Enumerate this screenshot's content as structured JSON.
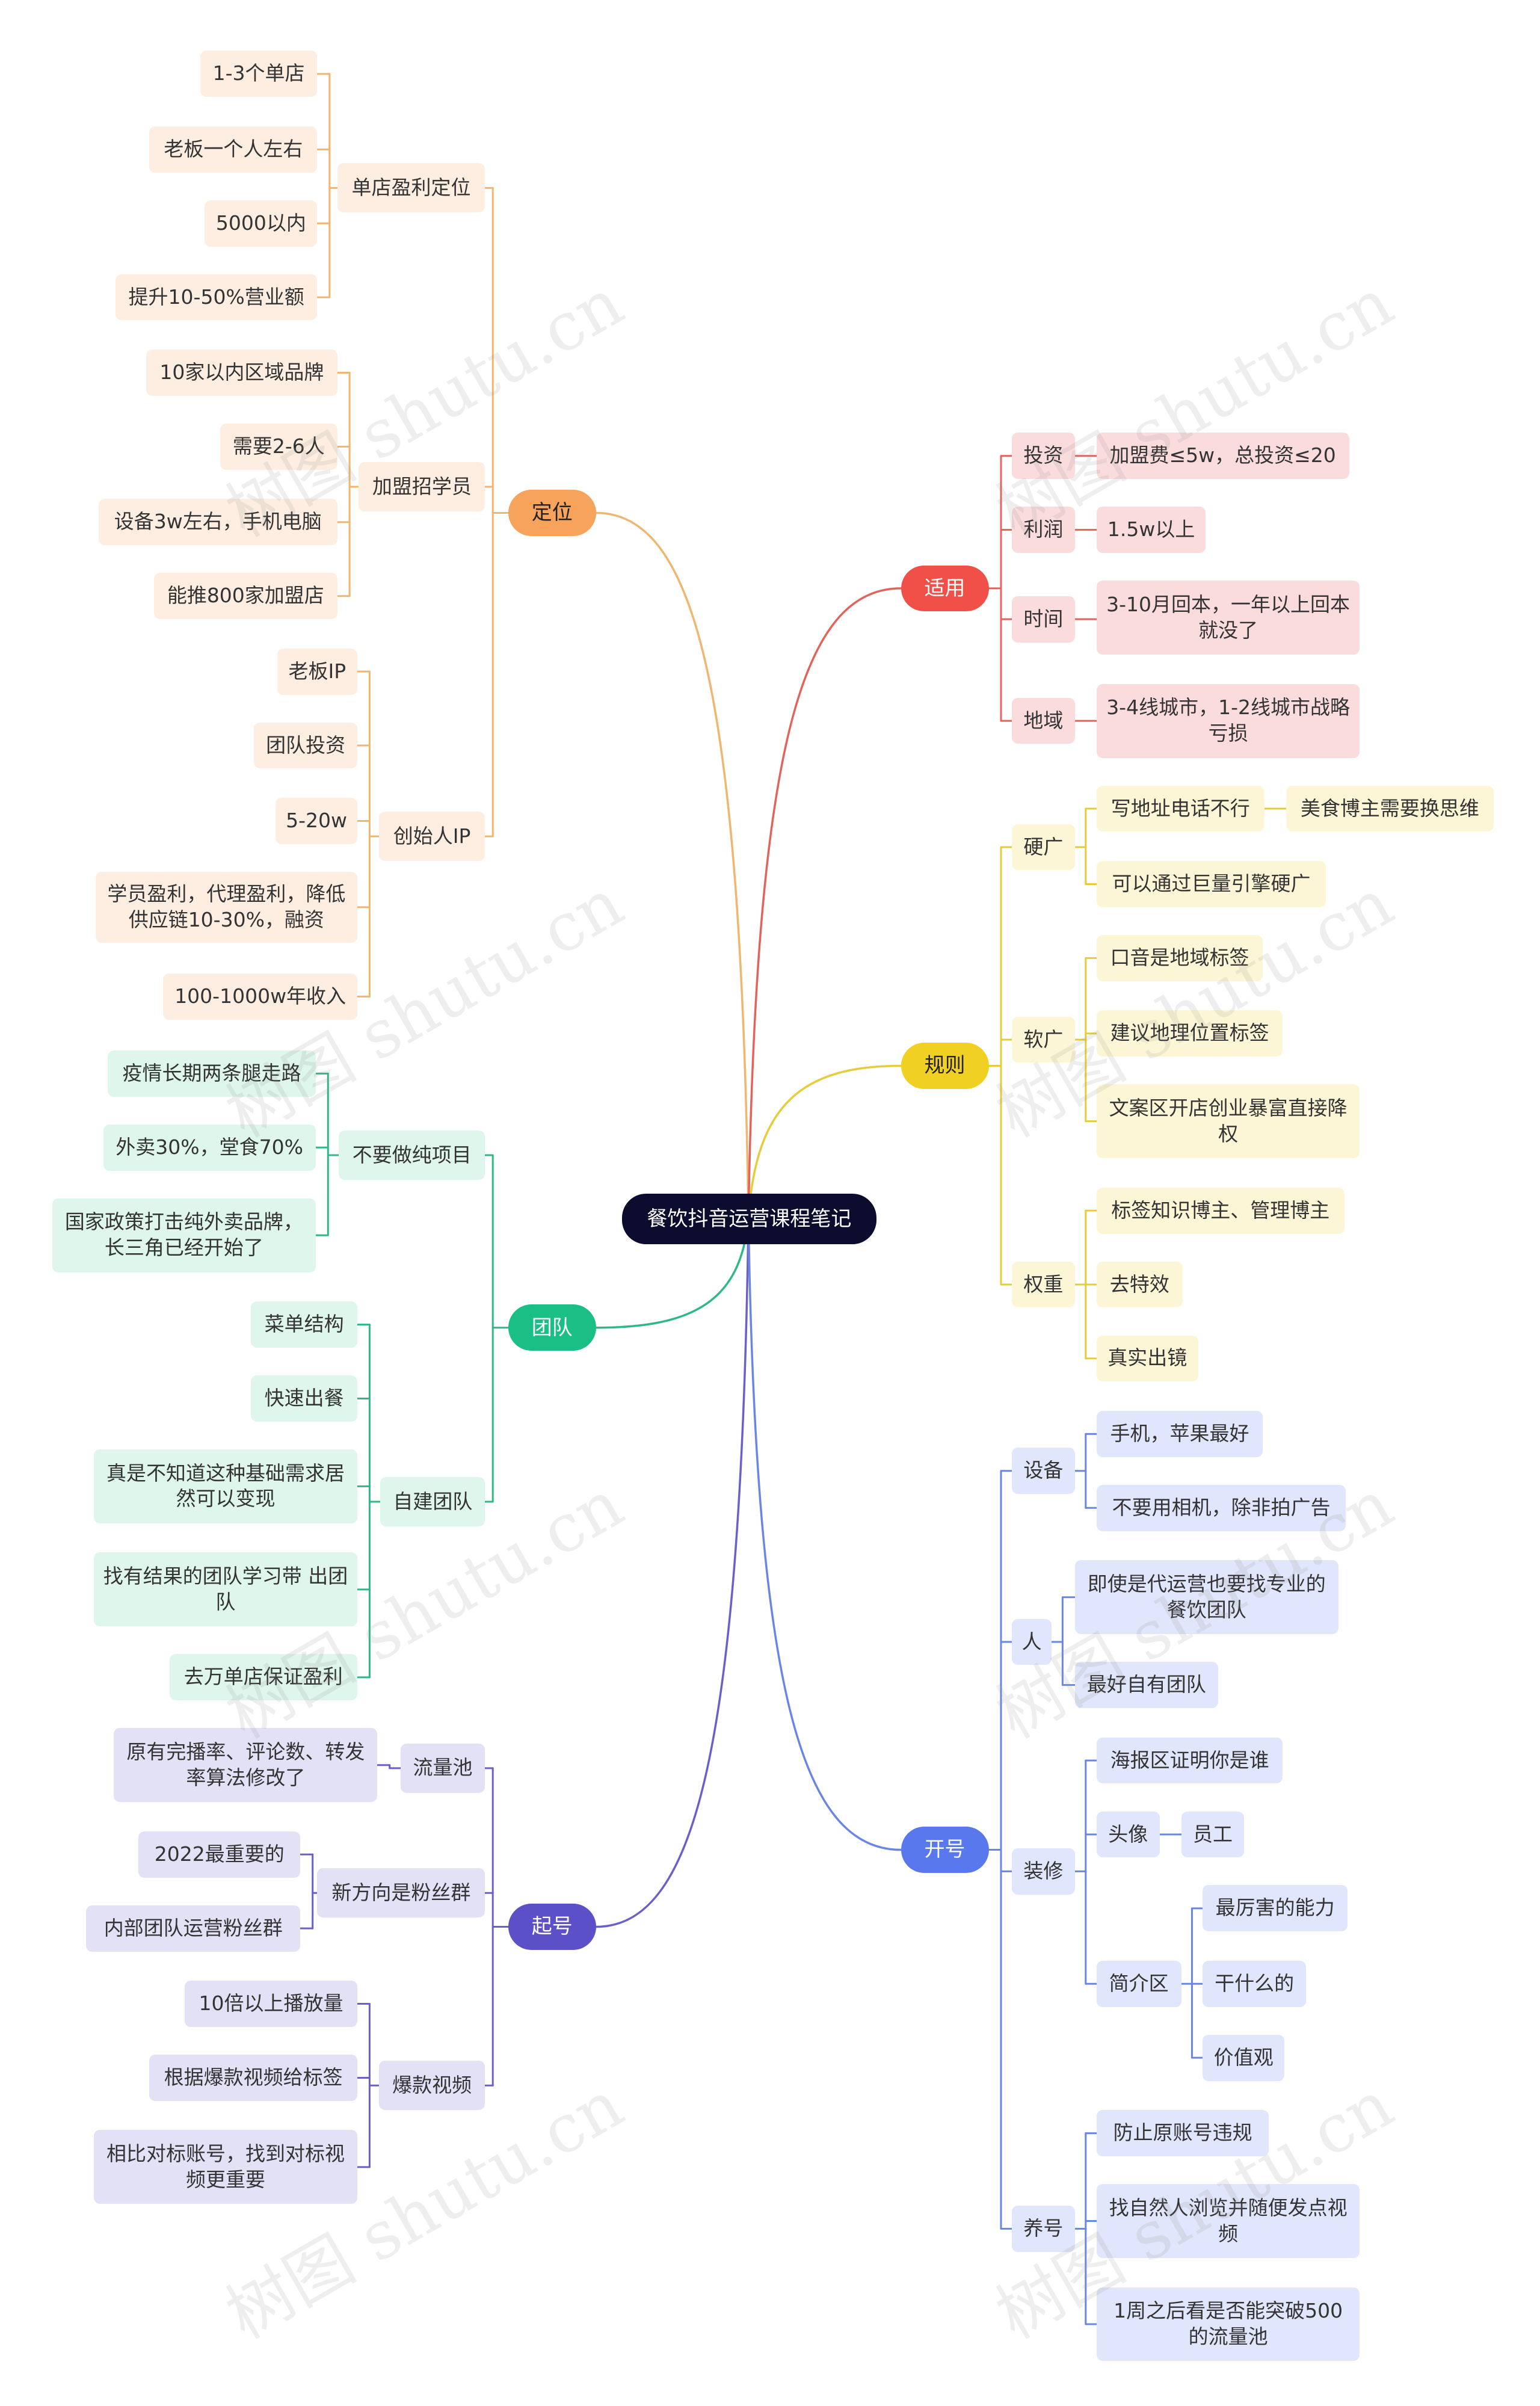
{
  "title": "餐饮抖音运营课程笔记",
  "watermark": "树图 shutu.cn",
  "colors": {
    "orange": {
      "accent": "#f4a35a",
      "line": "#f0b56e",
      "fill": "#fdeee1",
      "main": "#f7a35c"
    },
    "teal": {
      "accent": "#1bbf80",
      "line": "#2eb886",
      "fill": "#dff6ec",
      "main": "#19bf85"
    },
    "purple": {
      "accent": "#5b4fc4",
      "line": "#6a60c8",
      "fill": "#e3e1f5",
      "main": "#5c50c8"
    },
    "red": {
      "accent": "#e6534a",
      "line": "#e0645c",
      "fill": "#fbdcdc",
      "main": "#f05048"
    },
    "yellow": {
      "accent": "#e8c820",
      "line": "#e6cc3a",
      "fill": "#fdf6d6",
      "main": "#f1d024"
    },
    "blue": {
      "accent": "#5274ea",
      "line": "#6a86e4",
      "fill": "#e0e6fb",
      "main": "#5a78ee"
    }
  },
  "branches": {
    "dingwei": {
      "label": "定位",
      "groups": [
        {
          "label": "单店盈利定位",
          "items": [
            "1-3个单店",
            "老板一个人左右",
            "5000以内",
            "提升10-50%营业额"
          ]
        },
        {
          "label": "加盟招学员",
          "items": [
            "10家以内区域品牌",
            "需要2-6人",
            "设备3w左右，手机电脑",
            "能推800家加盟店"
          ]
        },
        {
          "label": "创始人IP",
          "items": [
            "老板IP",
            "团队投资",
            "5-20w",
            "学员盈利，代理盈利，降低供应链10-30%，融资",
            "100-1000w年收入"
          ]
        }
      ]
    },
    "tuandui": {
      "label": "团队",
      "groups": [
        {
          "label": "不要做纯项目",
          "items": [
            "疫情长期两条腿走路",
            "外卖30%，堂食70%",
            "国家政策打击纯外卖品牌，长三角已经开始了"
          ]
        },
        {
          "label": "自建团队",
          "items": [
            "菜单结构",
            "快速出餐",
            "真是不知道这种基础需求居然可以变现",
            "找有结果的团队学习带 出团队",
            "去万单店保证盈利"
          ]
        }
      ]
    },
    "qihao": {
      "label": "起号",
      "groups": [
        {
          "label": "流量池",
          "items": [
            "原有完播率、评论数、转发率算法修改了"
          ]
        },
        {
          "label": "新方向是粉丝群",
          "items": [
            "2022最重要的",
            "内部团队运营粉丝群"
          ]
        },
        {
          "label": "爆款视频",
          "items": [
            "10倍以上播放量",
            "根据爆款视频给标签",
            "相比对标账号，找到对标视频更重要"
          ]
        }
      ]
    },
    "shiyong": {
      "label": "适用",
      "groups": [
        {
          "label": "投资",
          "items": [
            "加盟费≤5w，总投资≤20"
          ]
        },
        {
          "label": "利润",
          "items": [
            "1.5w以上"
          ]
        },
        {
          "label": "时间",
          "items": [
            "3-10月回本，一年以上回本就没了"
          ]
        },
        {
          "label": "地域",
          "items": [
            "3-4线城市，1-2线城市战略亏损"
          ]
        }
      ]
    },
    "guize": {
      "label": "规则",
      "groups": [
        {
          "label": "硬广",
          "items": [
            "写地址电话不行",
            "可以通过巨量引擎硬广"
          ],
          "extra": "美食博主需要换思维"
        },
        {
          "label": "软广",
          "items": [
            "口音是地域标签",
            "建议地理位置标签",
            "文案区开店创业暴富直接降权"
          ]
        },
        {
          "label": "权重",
          "items": [
            "标签知识博主、管理博主",
            "去特效",
            "真实出镜"
          ]
        }
      ]
    },
    "kaihao": {
      "label": "开号",
      "groups": [
        {
          "label": "设备",
          "items": [
            "手机，苹果最好",
            "不要用相机，除非拍广告"
          ]
        },
        {
          "label": "人",
          "items": [
            "即使是代运营也要找专业的餐饮团队",
            "最好自有团队"
          ]
        },
        {
          "label": "装修",
          "items": [
            "海报区证明你是谁"
          ],
          "touxiang": {
            "label": "头像",
            "child": "员工"
          },
          "jianjie": {
            "label": "简介区",
            "items": [
              "最厉害的能力",
              "干什么的",
              "价值观"
            ]
          }
        },
        {
          "label": "养号",
          "items": [
            "防止原账号违规",
            "找自然人浏览并随便发点视频",
            "1周之后看是否能突破500的流量池"
          ]
        }
      ]
    }
  }
}
